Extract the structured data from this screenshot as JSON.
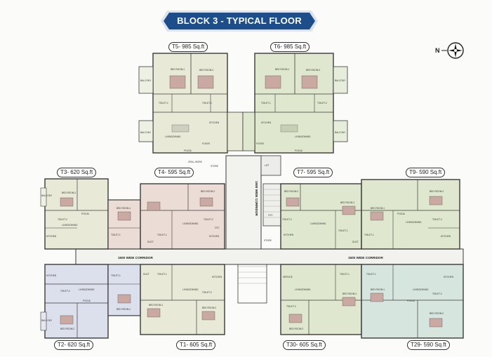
{
  "title": "BLOCK 3 - TYPICAL FLOOR",
  "compass": {
    "label": "N"
  },
  "colors": {
    "banner": "#1d4e8a",
    "unit_beige": "#e9e9d8",
    "unit_green": "#dfe8cf",
    "unit_pink": "#ecdcd6",
    "unit_blue": "#dcdfec",
    "unit_teal": "#d7e5df",
    "corridor": "#f2f2ee",
    "wall": "#3a3a3a"
  },
  "units": {
    "t5": "T5- 985 Sq.ft",
    "t6": "T6- 985 Sq.ft",
    "t3": "T3- 620 Sq.ft",
    "t4": "T4- 595 Sq.ft",
    "t7": "T7- 595 Sq.ft",
    "t9": "T9- 590 Sq.ft",
    "t2": "T2- 620 Sq.ft",
    "t1": "T1- 605 Sq.ft",
    "t30": "T30- 605 Sq.ft",
    "t29": "T29- 590 Sq.ft"
  },
  "corridors": {
    "left": "1500 WIDE CORRIDOR",
    "right": "1500 WIDE CORRIDOR",
    "vertical": "1500 WIDE CORRIDOR"
  },
  "rooms": {
    "bedroom1": "BED ROOM-1",
    "bedroom2": "BED ROOM-2",
    "toilet1": "TOILET-1",
    "toilet2": "TOILET-2",
    "kitchen": "KITCHEN",
    "living": "LIVING/DINING",
    "balcony": "BALCONY",
    "pooja": "POOJA",
    "foyer": "FOYER",
    "duct": "DUCT",
    "store": "STORE",
    "otc": "OTC",
    "lift": "LIFT",
    "grill": "GRILL WORK",
    "service": "SERVICE"
  }
}
